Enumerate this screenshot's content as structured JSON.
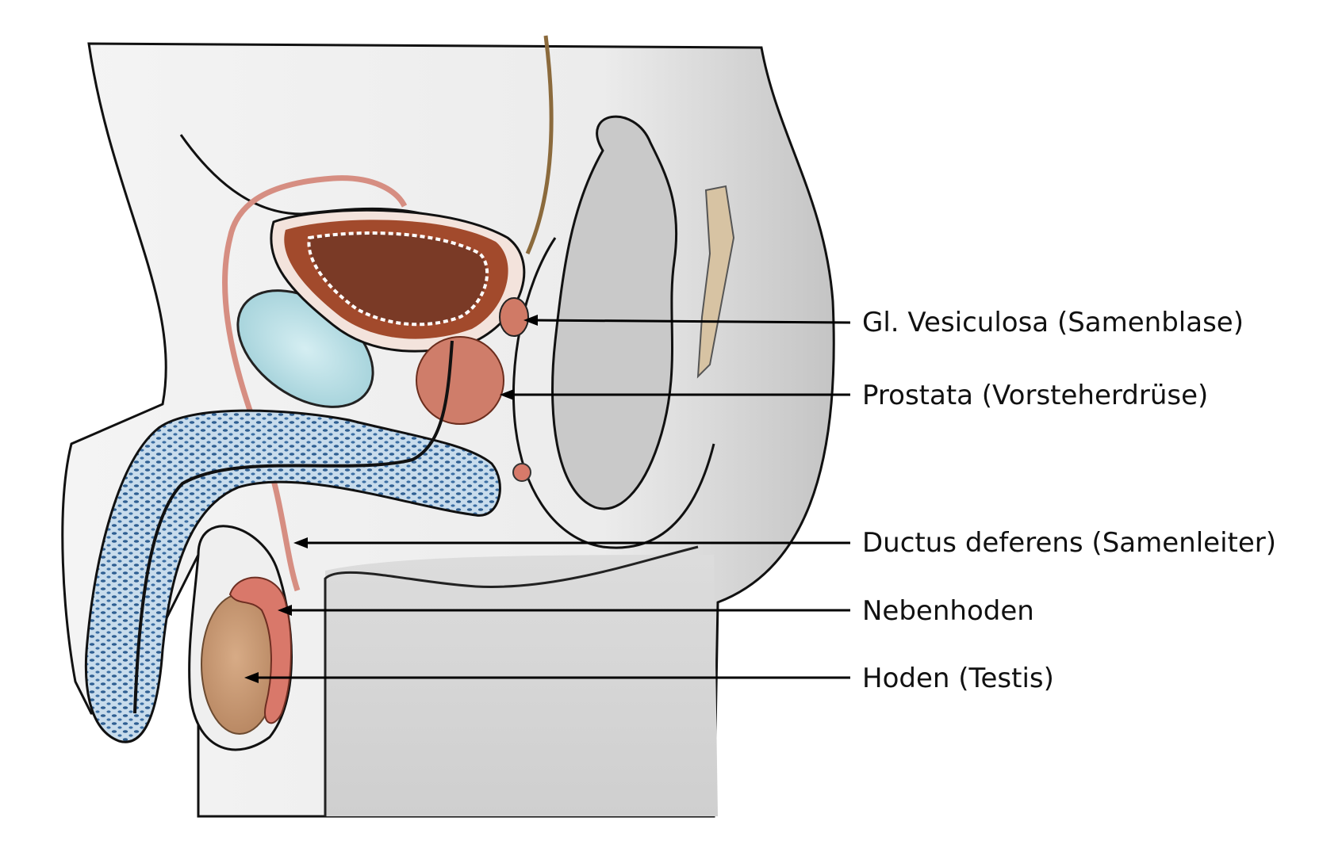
{
  "colors": {
    "background": "#ffffff",
    "body_fill": "#ececec",
    "body_shadow": "#b9b9b9",
    "outline": "#111111",
    "bladder_wall": "#a24a2c",
    "bladder_lumen": "#7a3a26",
    "erectile_tissue": "#2f5f92",
    "erectile_bg": "#b9d1e6",
    "pubic_bone": "#a9d6de",
    "testis": "#c79a75",
    "epididymis": "#d9786a",
    "duct": "#d98a7a",
    "rectum": "#c8c8c8",
    "spine": "#c9a57a",
    "leader_line": "#000000",
    "label_text": "#111111"
  },
  "labels": [
    {
      "key": "vesiculosa",
      "text": "Gl. Vesiculosa (Samenblase)"
    },
    {
      "key": "prostata",
      "text": "Prostata (Vorsteherdrüse)"
    },
    {
      "key": "ductus",
      "text": "Ductus deferens (Samenleiter)"
    },
    {
      "key": "nebenhoden",
      "text": "Nebenhoden"
    },
    {
      "key": "hoden",
      "text": "Hoden (Testis)"
    }
  ]
}
